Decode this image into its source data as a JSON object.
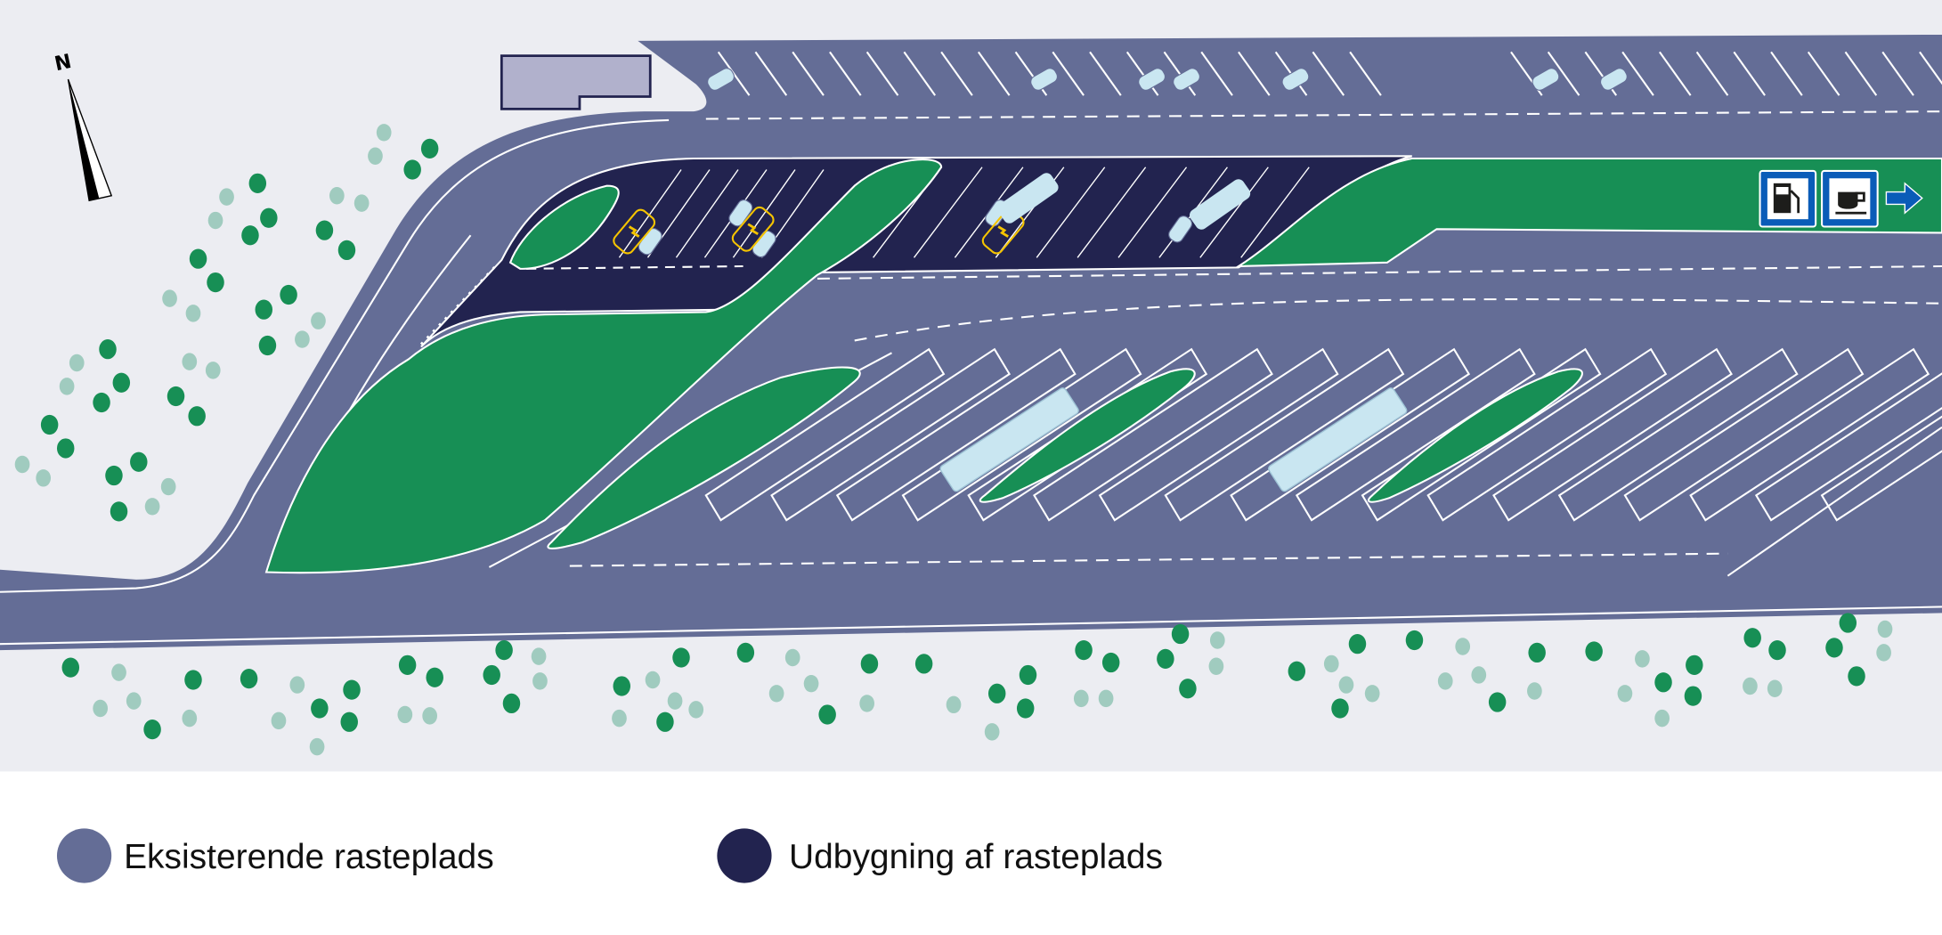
{
  "map": {
    "north_label": "N",
    "signs": [
      {
        "icon": "fuel-pump-icon"
      },
      {
        "icon": "coffee-cup-icon"
      },
      {
        "icon": "arrow-right-icon"
      }
    ],
    "colors": {
      "background": "#ecedf2",
      "existing": "#646d96",
      "expansion": "#22234f",
      "green": "#178f55",
      "tree_light": "#a0cbbf",
      "building": "#b1b1cc",
      "vehicle": "#c9e6f1",
      "charging": "#f5c400",
      "sign_blue": "#0a5cb8"
    }
  },
  "legend": {
    "items": [
      {
        "label": "Eksisterende rasteplads",
        "color": "#646d96"
      },
      {
        "label": "Udbygning af rasteplads",
        "color": "#22234f"
      }
    ]
  }
}
